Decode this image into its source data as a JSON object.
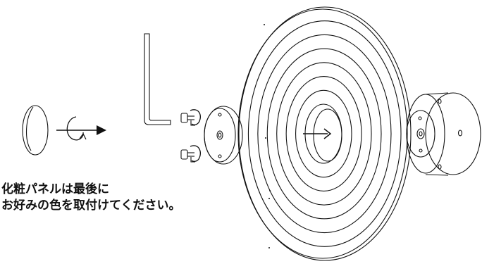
{
  "instruction": {
    "line1": "化粧パネルは最後に",
    "line2": "お好みの色を取付けてください。"
  },
  "diagram": {
    "ring_count": 8,
    "stroke_color": "#111111"
  }
}
